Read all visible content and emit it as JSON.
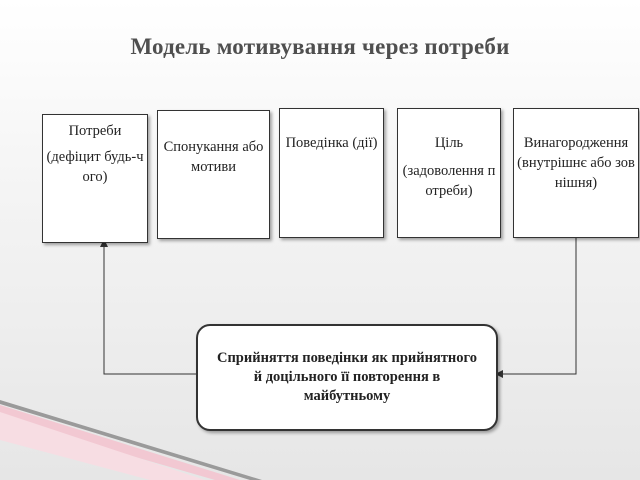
{
  "title": "Модель мотивування через потреби",
  "boxes": {
    "needs": {
      "line1": "Потреби",
      "line2": "(дефіцит будь-чого)"
    },
    "motives": {
      "text": "Спонукання або мотиви"
    },
    "behavior": {
      "text": "Поведінка (дії)"
    },
    "goal": {
      "line1": "Ціль",
      "line2": "(задоволення потреби)"
    },
    "reward": {
      "text": "Винагородження (внутрішнє або зовнішня)"
    }
  },
  "feedback": {
    "text": "Сприйняття поведінки як прийнятного й доцільного її повторення в майбутньому"
  }
}
